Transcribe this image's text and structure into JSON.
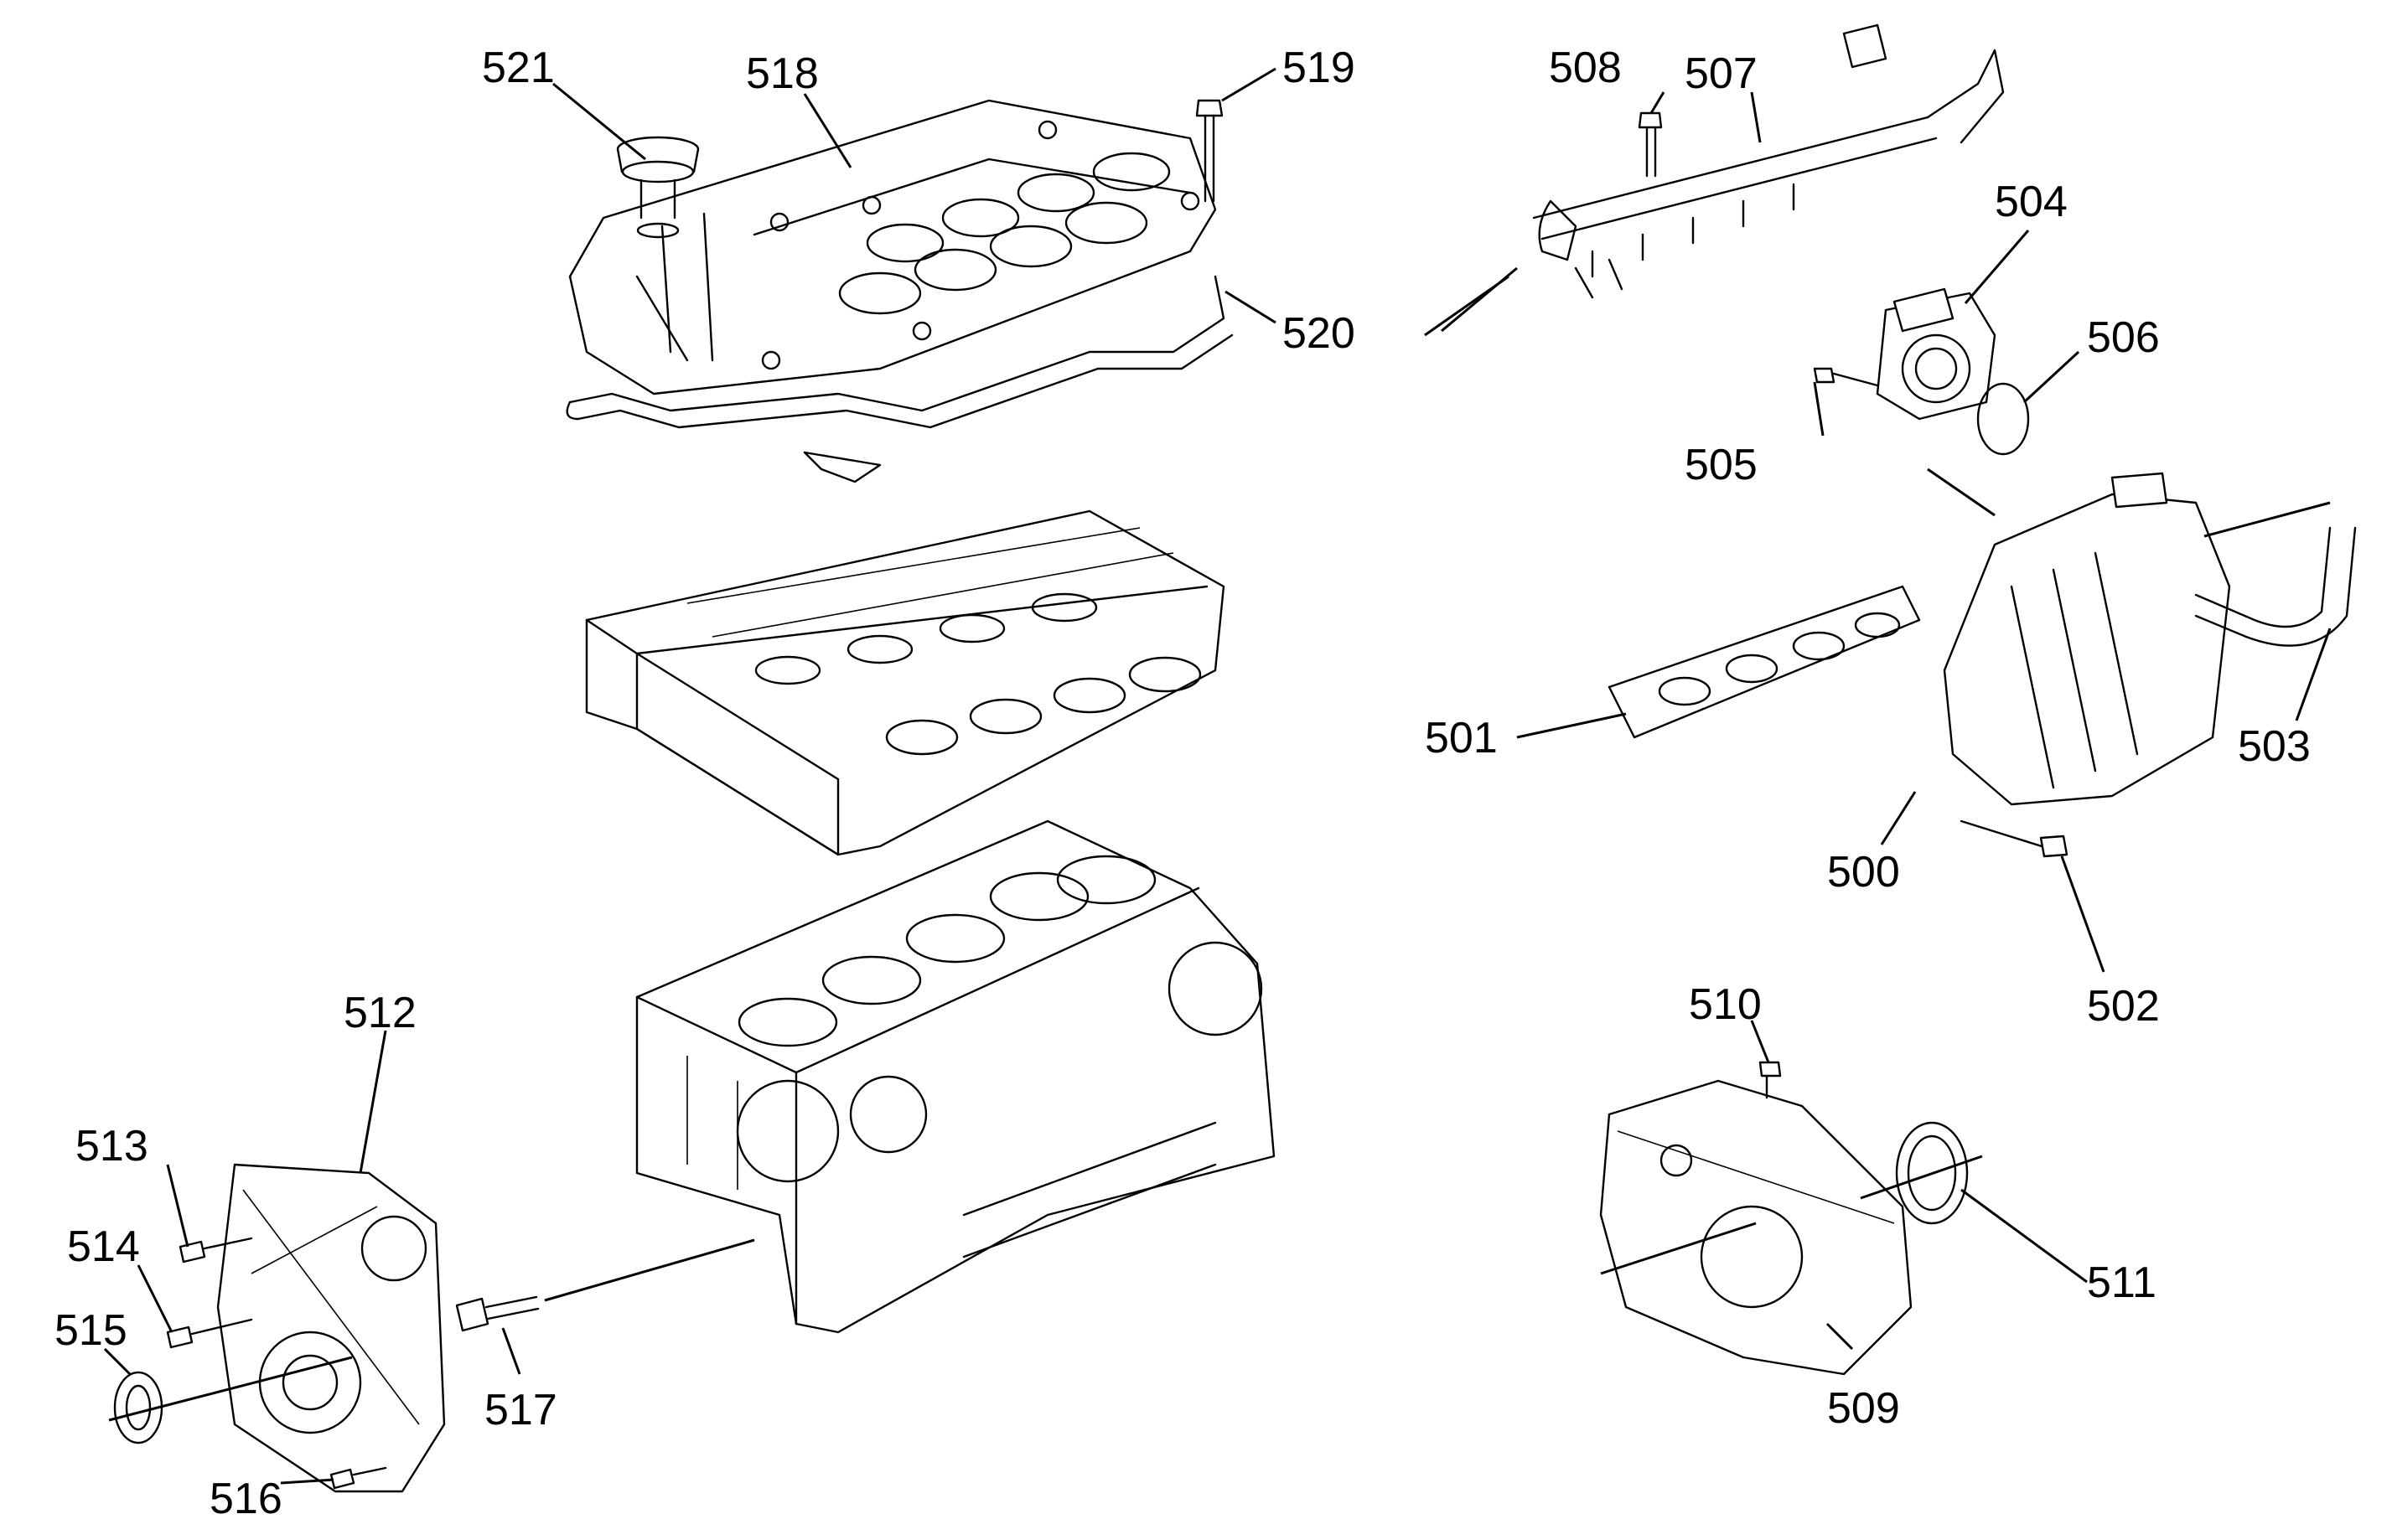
{
  "callouts": {
    "c500": "500",
    "c501": "501",
    "c502": "502",
    "c503": "503",
    "c504": "504",
    "c505": "505",
    "c506": "506",
    "c507": "507",
    "c508": "508",
    "c509": "509",
    "c510": "510",
    "c511": "511",
    "c512": "512",
    "c513": "513",
    "c514": "514",
    "c515": "515",
    "c516": "516",
    "c517": "517",
    "c518": "518",
    "c519": "519",
    "c520": "520",
    "c521": "521"
  }
}
